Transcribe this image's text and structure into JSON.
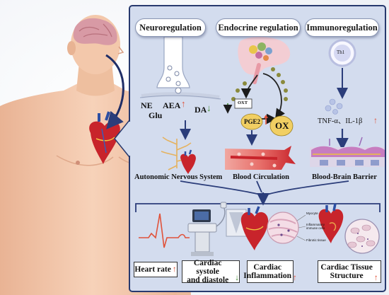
{
  "sections": {
    "neuro": "Neuroregulation",
    "endocrine": "Endocrine regulation",
    "immuno": "Immunoregulation"
  },
  "neuro": {
    "ne": "NE",
    "aea": "AEA",
    "glu": "Glu",
    "da": "DA",
    "system": "Autonomic Nervous System"
  },
  "endocrine": {
    "oxt": "OXT",
    "pge2": "PGE2",
    "ox": "OX",
    "circulation": "Blood Circulation"
  },
  "immuno": {
    "th1": "Th1",
    "cytokines": "TNF-α、IL-1β",
    "barrier": "Blood-Brain Barrier"
  },
  "inflammation_labels": {
    "myocyte": "Myocyte",
    "immune_cells": "Inflammatory immune cells",
    "fibrotic": "Fibrotic tissue"
  },
  "outcomes": {
    "heart_rate": "Heart rate",
    "systole_line1": "Cardiac systole",
    "systole_line2": "and diastole",
    "inflammation_line1": "Cardiac",
    "inflammation_line2": "Inflammation",
    "structure_line1": "Cardiac Tissue",
    "structure_line2": "Structure"
  },
  "colors": {
    "panel_bg": "#d3dcee",
    "panel_border": "#27396e",
    "up_arrow": "#e0523a",
    "down_arrow": "#3d8a2e",
    "body_skin": "#f4c9ad",
    "heart_red": "#c8242b",
    "flow_arrow": "#2b3d7a"
  }
}
